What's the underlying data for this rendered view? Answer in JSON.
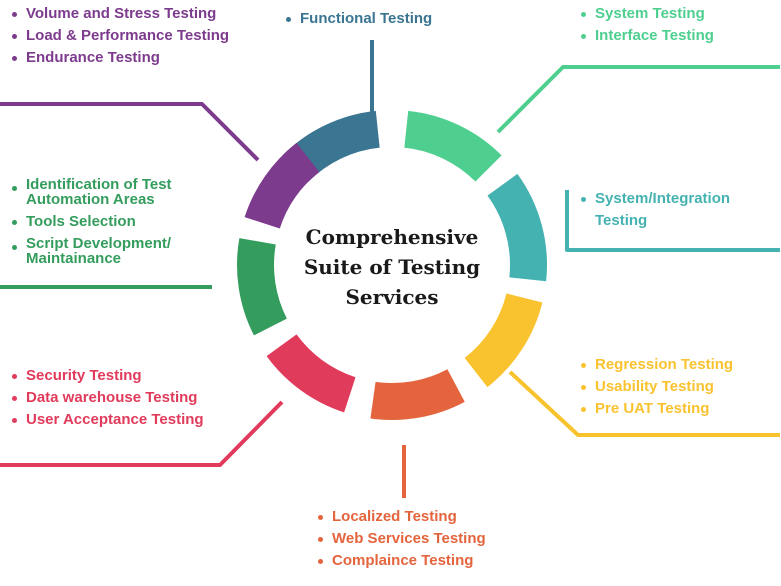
{
  "center_title": [
    "Comprehensive",
    "Suite of Testing",
    "Services"
  ],
  "colors": {
    "functional": "#3a7592",
    "system": "#4fcf8f",
    "integration": "#45b2b2",
    "regression": "#f9c22f",
    "localized": "#e4643d",
    "security": "#e13b5b",
    "automation": "#349d5d",
    "volume": "#7d3b8e"
  },
  "groups": {
    "volume": [
      "Volume and Stress Testing",
      "Load & Performance Testing",
      "Endurance Testing"
    ],
    "functional": [
      "Functional Testing"
    ],
    "system": [
      "System Testing",
      "Interface Testing"
    ],
    "automation": [
      "Identification of Test Automation Areas",
      "Tools Selection",
      "Script Development/ Maintainance"
    ],
    "integration": [
      "System/Integration Testing"
    ],
    "security": [
      "Security Testing",
      "Data warehouse Testing",
      "User Acceptance Testing"
    ],
    "regression": [
      "Regression Testing",
      "Usability Testing",
      "Pre UAT Testing"
    ],
    "localized": [
      "Localized Testing",
      "Web Services Testing",
      "Complaince Testing"
    ]
  }
}
